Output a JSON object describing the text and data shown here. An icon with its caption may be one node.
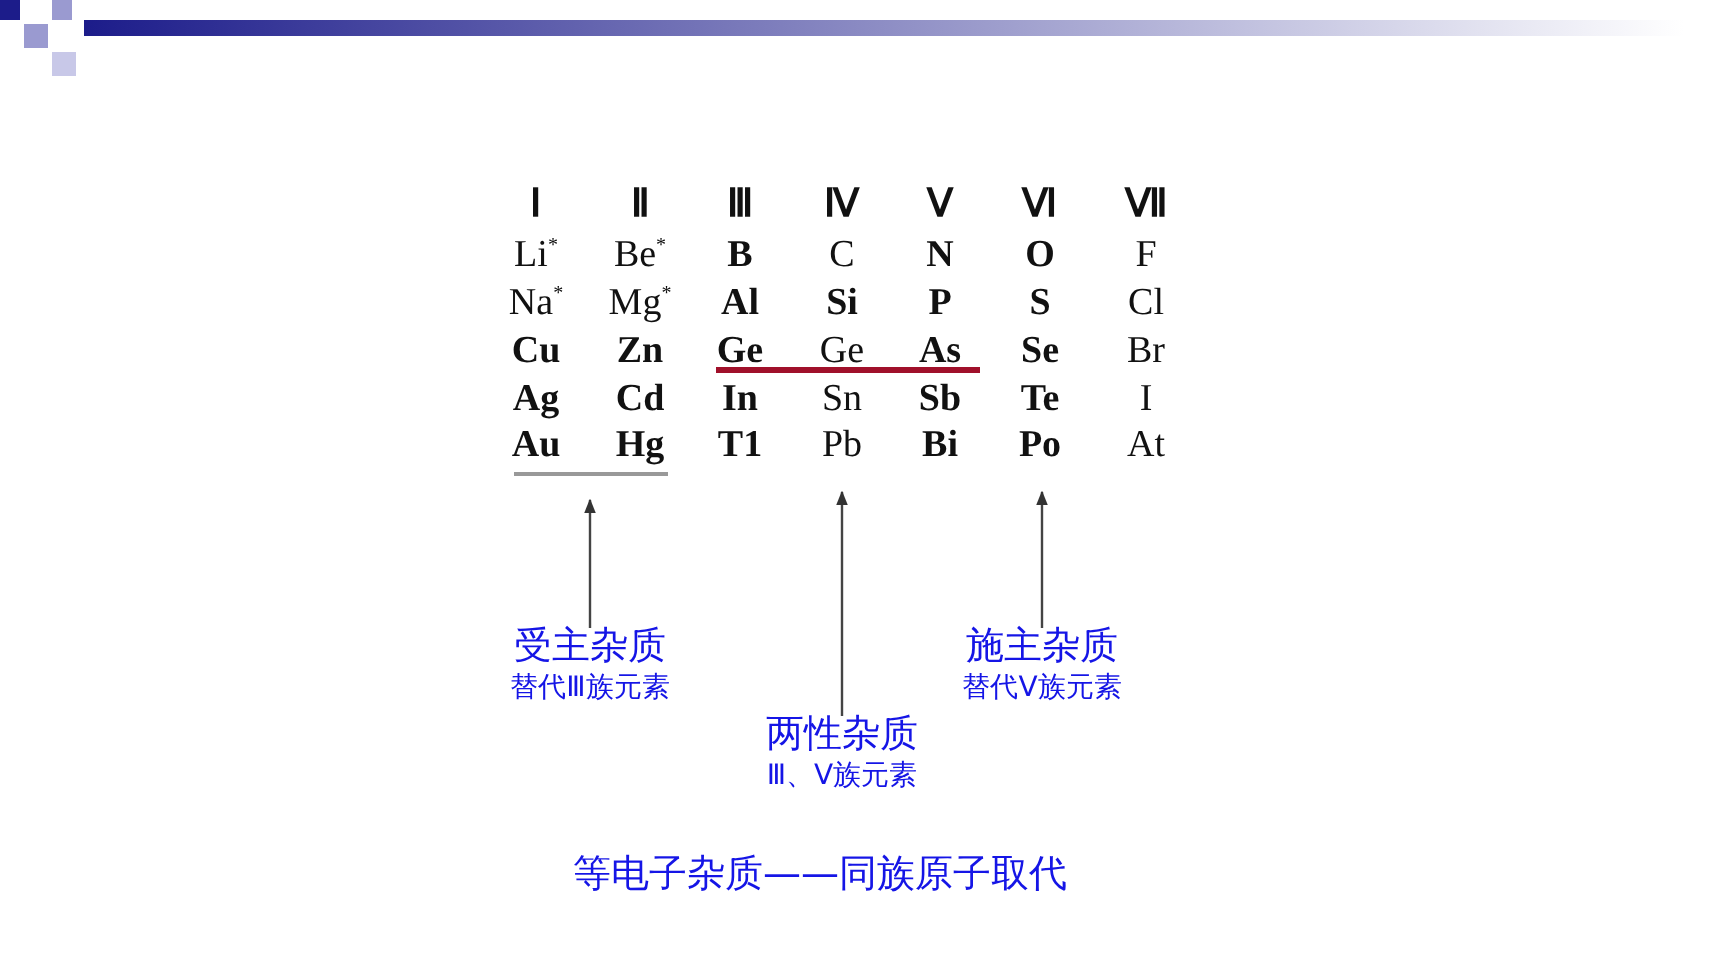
{
  "diagram": {
    "caption": "等电子杂质——同族原子取代",
    "nodes": [
      {
        "text": [
          "受主杂质",
          "替代Ⅲ族元素"
        ]
      },
      {
        "text": [],
        "shape": "bar"
      },
      {
        "text": [
          "两性杂质",
          "Ⅲ、Ⅴ族元素"
        ]
      },
      {
        "text": [
          "施主杂质",
          "替代Ⅴ族元素"
        ]
      },
      {
        "text": [
          "Pb"
        ]
      },
      {
        "text": [
          "Po"
        ]
      }
    ],
    "edges": [
      {
        "from": 0,
        "to": 1,
        "arrow": "to"
      },
      {
        "from": 2,
        "to": 4,
        "arrow": "to"
      },
      {
        "from": 3,
        "to": 5,
        "arrow": "to"
      }
    ],
    "labels": [
      "Ⅰ",
      "Ⅱ",
      "Ⅲ",
      "Ⅳ",
      "Ⅴ",
      "Ⅵ",
      "Ⅶ",
      "Li$^{*}$",
      "Be$^{*}$",
      "B",
      "C",
      "N",
      "O",
      "F",
      "Na$^{*}$",
      "Mg$^{*}$",
      "Al",
      "Si",
      "P",
      "S",
      "Cl",
      "Cu",
      "Zn",
      "Ge",
      "Ge",
      "As",
      "Se",
      "Br",
      "Ag",
      "Cd",
      "In",
      "Sn",
      "Sb",
      "Te",
      "I",
      "Au",
      "Hg",
      "T1",
      "Bi",
      "At"
    ]
  }
}
